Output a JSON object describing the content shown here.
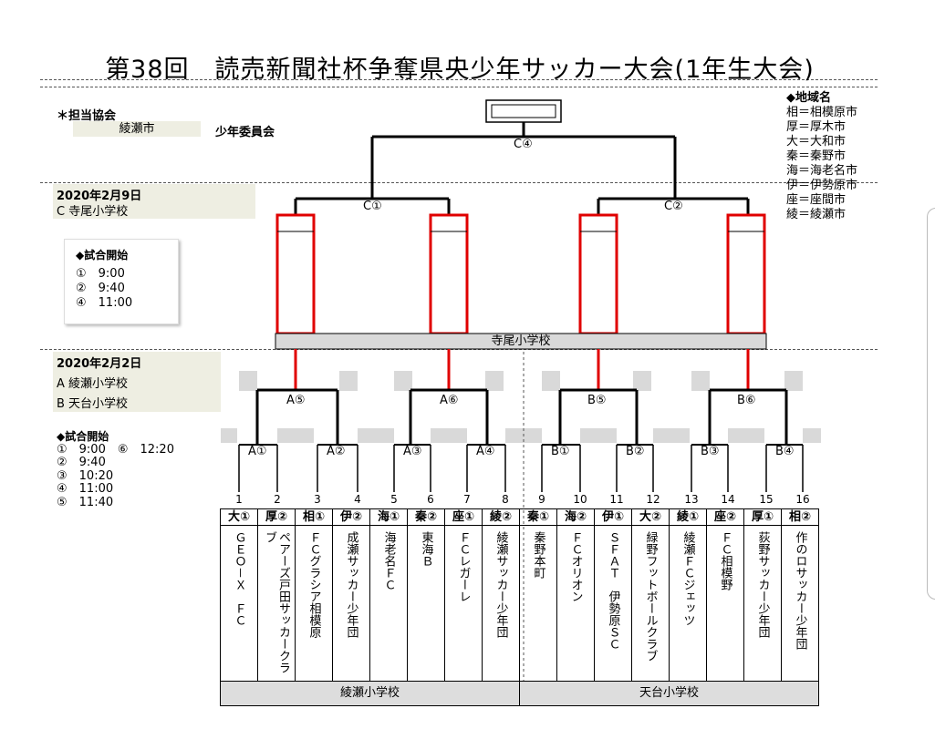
{
  "title": "第38回　読売新聞社杯争奪県央少年サッカー大会(1年生大会)",
  "host": {
    "heading": "＊担当協会",
    "city": "綾瀬市",
    "committee": "少年委員会"
  },
  "legend": {
    "heading": "◆地域名",
    "items": [
      "相＝相模原市",
      "厚＝厚木市",
      "大＝大和市",
      "秦＝秦野市",
      "海＝海老名市",
      "伊＝伊勢原市",
      "座＝座間市",
      "綾＝綾瀬市"
    ]
  },
  "day2": {
    "date": "2020年2月9日",
    "venue": "C  寺尾小学校",
    "start_heading": "◆試合開始",
    "times": [
      "①　9:00",
      "②　9:40",
      "④　11:00"
    ]
  },
  "day1": {
    "date": "2020年2月2日",
    "venue_a": "A  綾瀬小学校",
    "venue_b": "B  天台小学校",
    "start_heading": "◆試合開始",
    "times": [
      "①　9:00　⑥　12:20",
      "②　9:40",
      "③　10:20",
      "④　11:00",
      "⑤　11:40"
    ]
  },
  "bracket": {
    "final_label": "C④",
    "semi_labels": [
      "C①",
      "C②"
    ],
    "semi_venue": "寺尾小学校",
    "round2_labels": [
      "A⑤",
      "A⑥",
      "B⑤",
      "B⑥"
    ],
    "round1_labels": [
      "A①",
      "A②",
      "A③",
      "A④",
      "B①",
      "B②",
      "B③",
      "B④"
    ],
    "seeds": [
      "1",
      "2",
      "3",
      "4",
      "5",
      "6",
      "7",
      "8",
      "9",
      "10",
      "11",
      "12",
      "13",
      "14",
      "15",
      "16"
    ]
  },
  "teams": [
    {
      "code": "大①",
      "name": "ＧＥＯ－Ｘ　ＦＣ"
    },
    {
      "code": "厚②",
      "name": "ペアーズ戸田サッカークラブ"
    },
    {
      "code": "相①",
      "name": "ＦＣグラシア相模原"
    },
    {
      "code": "伊②",
      "name": "成瀬サッカー少年団"
    },
    {
      "code": "海①",
      "name": "海老名ＦＣ"
    },
    {
      "code": "秦②",
      "name": "東海Ｂ"
    },
    {
      "code": "座①",
      "name": "ＦＣレガーレ"
    },
    {
      "code": "綾②",
      "name": "綾瀬サッカー少年団"
    },
    {
      "code": "秦①",
      "name": "秦野本町"
    },
    {
      "code": "海②",
      "name": "ＦＣオリオン"
    },
    {
      "code": "伊①",
      "name": "ＳＦＡＴ　伊勢原ＳＣ"
    },
    {
      "code": "大②",
      "name": "緑野フットボールクラブ"
    },
    {
      "code": "綾①",
      "name": "綾瀬ＦＣジェッツ"
    },
    {
      "code": "座②",
      "name": "ＦＣ相模野"
    },
    {
      "code": "厚①",
      "name": "荻野サッカー少年団"
    },
    {
      "code": "相②",
      "name": "作のロサッカー少年団"
    }
  ],
  "venues_bottom": [
    "綾瀬小学校",
    "天台小学校"
  ],
  "colors": {
    "winner_line": "#e00000",
    "box_gray": "#d9d9d9",
    "shade": "#eeeee2"
  }
}
